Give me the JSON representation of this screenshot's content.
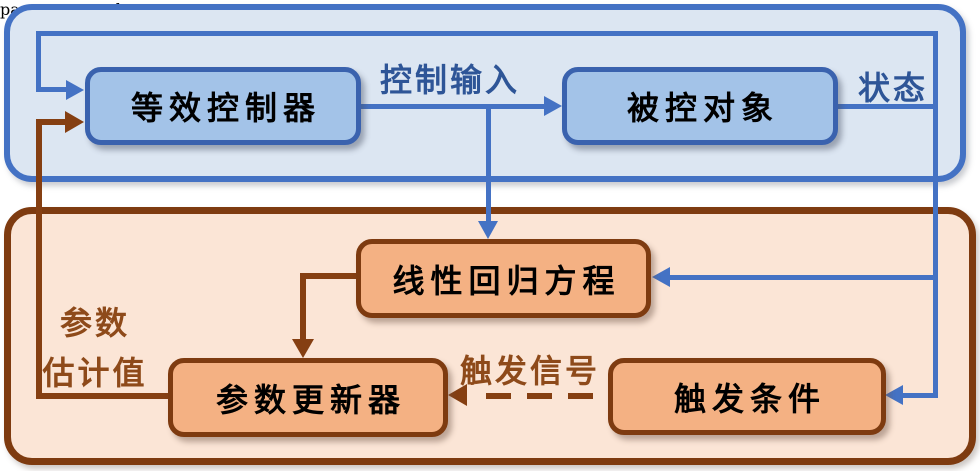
{
  "diagram": {
    "title": "event-triggered-adaptive-control-block-diagram",
    "control_region": {
      "boxes": {
        "equivalent_controller": "等效控制器",
        "controlled_plant": "被控对象"
      },
      "labels": {
        "control_input": "控制输入",
        "state": "状态"
      }
    },
    "estimation_region": {
      "boxes": {
        "linear_regression": "线性回归方程",
        "parameter_updater": "参数更新器",
        "trigger_condition": "触发条件"
      },
      "labels": {
        "parameter_estimate_line1": "参数",
        "parameter_estimate_line2": "估计值",
        "trigger_signal": "触发信号"
      }
    },
    "colors": {
      "blue_line": "#4472c4",
      "blue_box_fill": "#a3c3e8",
      "blue_box_border": "#3a62ae",
      "blue_region_fill": "#dce6f2",
      "blue_text": "#2e5597",
      "brown_line": "#853f12",
      "orange_box_fill": "#f4b183",
      "orange_region_fill": "#fbe5d6",
      "orange_region_border": "#7e3b10",
      "brown_text": "#8e4a1a"
    }
  }
}
